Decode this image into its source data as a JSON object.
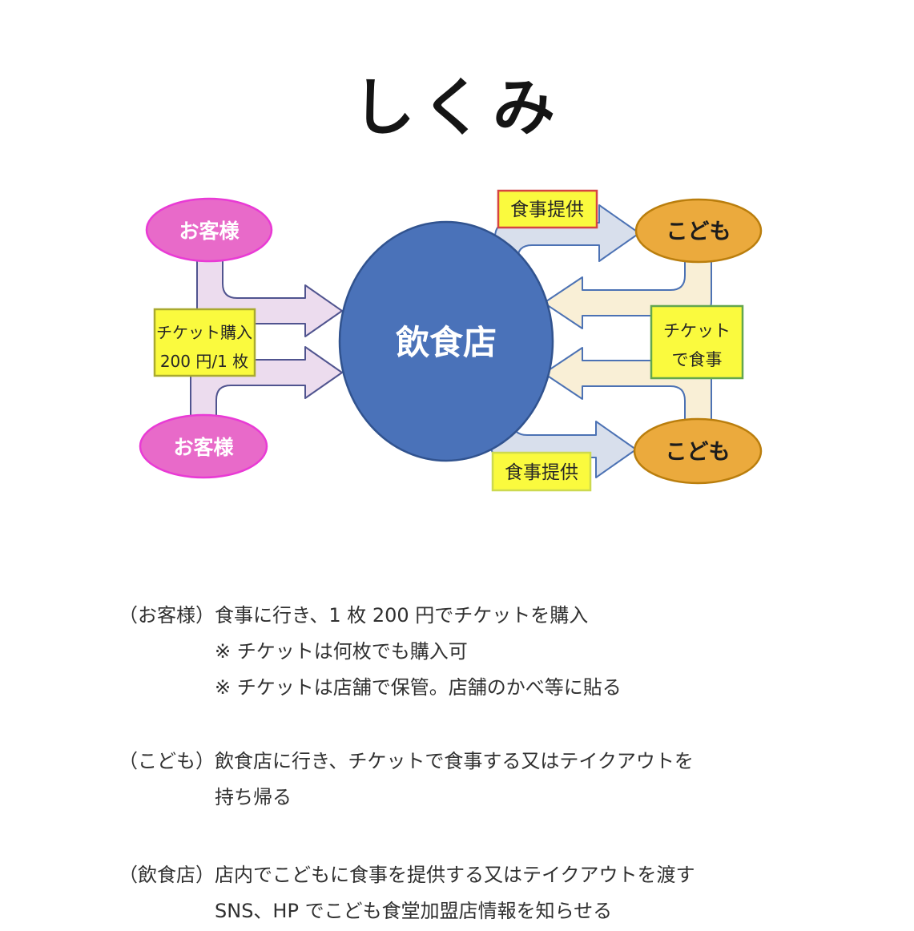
{
  "title": "しくみ",
  "diagram": {
    "center": {
      "label": "飲食店"
    },
    "customer_top": {
      "label": "お客様"
    },
    "customer_bottom": {
      "label": "お客様"
    },
    "child_top": {
      "label": "こども"
    },
    "child_bottom": {
      "label": "こども"
    },
    "ticket_purchase": {
      "line1": "チケット購入",
      "line2": "200 円/1 枚"
    },
    "meal_top": {
      "label": "食事提供"
    },
    "meal_bottom": {
      "label": "食事提供"
    },
    "ticket_meal": {
      "line1": "チケット",
      "line2": "で食事"
    },
    "colors": {
      "center_fill": "#4A72B9",
      "center_stroke": "#31538F",
      "customer_fill": "#E86AC9",
      "customer_stroke": "#E93AD5",
      "child_fill": "#EBAA3D",
      "child_stroke": "#BA7E0D",
      "label_fill": "#FAFA3E",
      "ticket_purchase_border": "#A9AA2F",
      "meal_top_border": "#D64541",
      "meal_bottom_border": "#CDD94F",
      "ticket_meal_border": "#63A64D",
      "pink_arrow_fill": "#ECDCEE",
      "pink_arrow_stroke": "#50548F",
      "cream_arrow_fill": "#F9EFD6",
      "blue_arrow_fill": "#D8DFEC",
      "blue_arrow_stroke": "#4C72B4"
    }
  },
  "notes": [
    {
      "label": "（お客様）",
      "lines": [
        "食事に行き、1 枚 200 円でチケットを購入",
        "※ チケットは何枚でも購入可",
        "※ チケットは店舗で保管。店舗のかべ等に貼る"
      ]
    },
    {
      "label": "（こども）",
      "lines": [
        "飲食店に行き、チケットで食事する又はテイクアウトを",
        "持ち帰る"
      ]
    },
    {
      "label": "（飲食店）",
      "lines": [
        "店内でこどもに食事を提供する又はテイクアウトを渡す",
        "SNS、HP でこども食堂加盟店情報を知らせる"
      ]
    }
  ]
}
